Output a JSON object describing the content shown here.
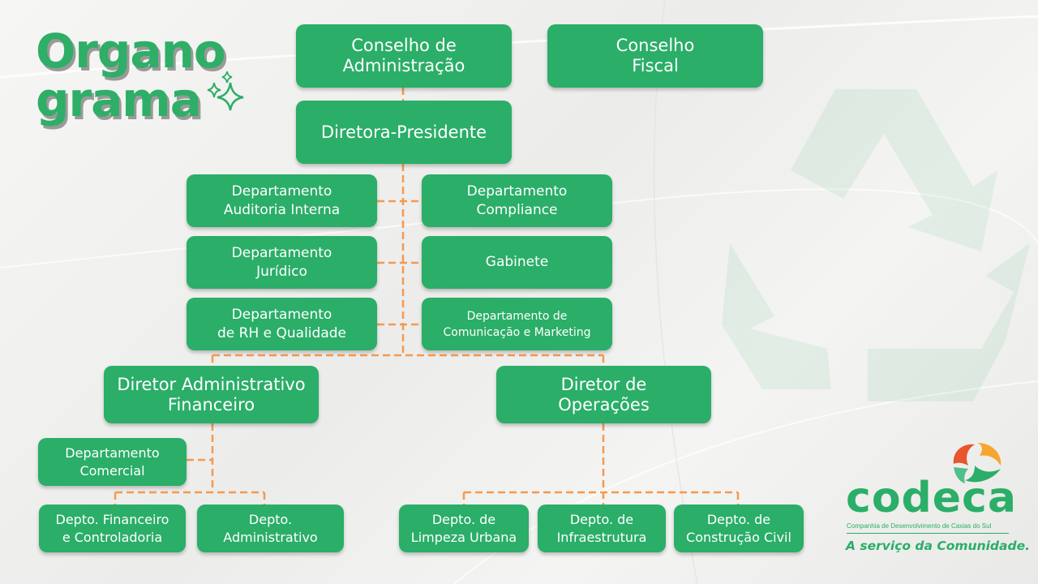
{
  "title": {
    "line1": "Organo",
    "line2": "grama"
  },
  "colors": {
    "box": "#2aae68",
    "connector": "#f39a50",
    "title": "#2eae67"
  },
  "icons": [
    "sparkle-icon",
    "recycle-watermark-icon",
    "codeca-logo-icon"
  ],
  "nodes": {
    "conselho_admin": "Conselho de\nAdministração",
    "conselho_fiscal": "Conselho\nFiscal",
    "diretora_presidente": "Diretora-Presidente",
    "auditoria": "Departamento\nAuditoria Interna",
    "compliance": "Departamento\nCompliance",
    "juridico": "Departamento\nJurídico",
    "gabinete": "Gabinete",
    "rh": "Departamento\nde RH e Qualidade",
    "comunicacao": "Departamento de\nComunicação e Marketing",
    "dir_adm_fin": "Diretor Administrativo\nFinanceiro",
    "dir_operacoes": "Diretor de\nOperações",
    "comercial": "Departamento\nComercial",
    "financeiro": "Depto. Financeiro\ne Controladoria",
    "administrativo": "Depto.\nAdministrativo",
    "limpeza": "Depto. de\nLimpeza Urbana",
    "infraestrutura": "Depto. de\nInfraestrutura",
    "construcao": "Depto. de\nConstrução Civil"
  },
  "logo": {
    "name": "codeca",
    "subtitle": "Companhia de Desenvolvimento de Caxias do Sul",
    "slogan": "A serviço da Comunidade."
  }
}
